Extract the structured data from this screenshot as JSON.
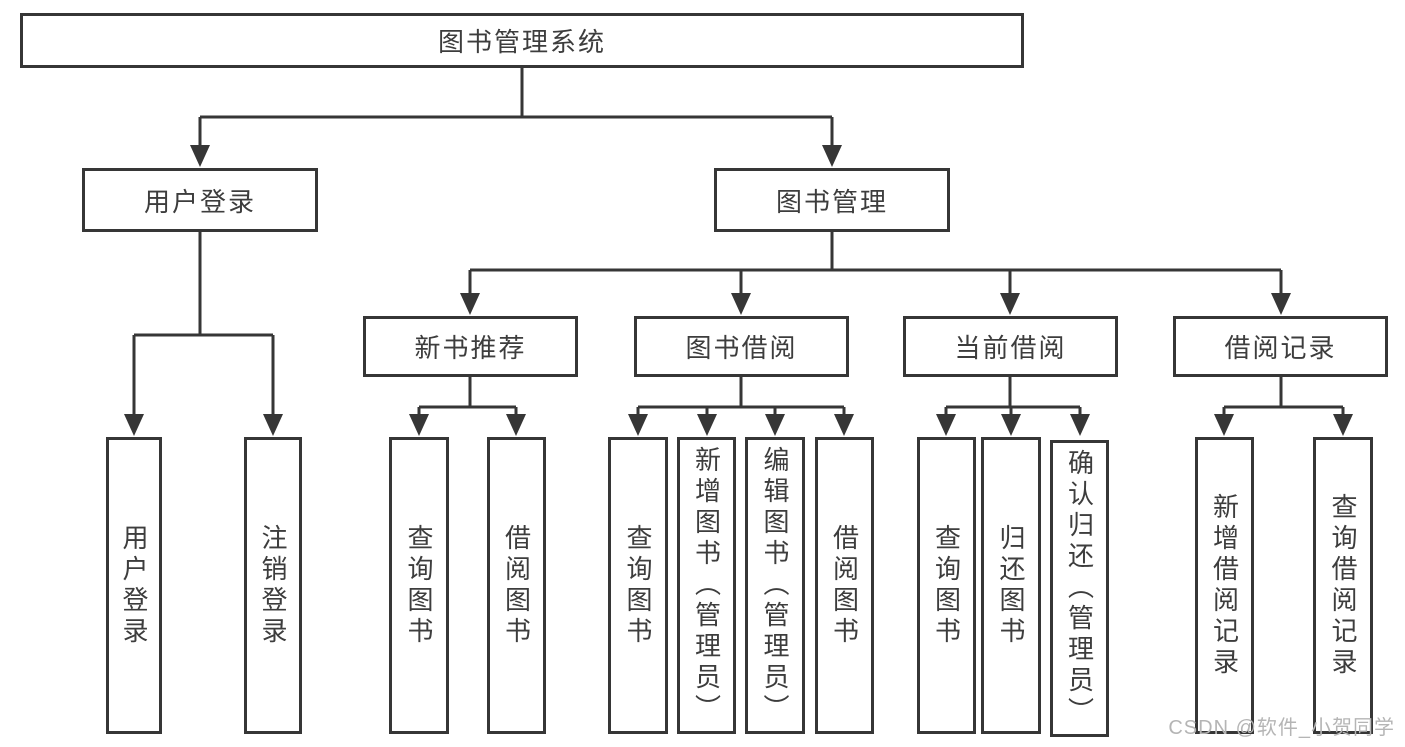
{
  "tree": {
    "root": "图书管理系统",
    "level2": [
      {
        "label": "用户登录",
        "children": [
          "用户登录",
          "注销登录"
        ]
      },
      {
        "label": "图书管理",
        "children": [
          {
            "label": "新书推荐",
            "children": [
              "查询图书",
              "借阅图书"
            ]
          },
          {
            "label": "图书借阅",
            "children": [
              "查询图书",
              "新增图书（管理员）",
              "编辑图书（管理员）",
              "借阅图书"
            ]
          },
          {
            "label": "当前借阅",
            "children": [
              "查询图书",
              "归还图书",
              "确认归还（管理员）"
            ]
          },
          {
            "label": "借阅记录",
            "children": [
              "新增借阅记录",
              "查询借阅记录"
            ]
          }
        ]
      }
    ]
  },
  "watermark": "CSDN @软件_小贺同学",
  "colors": {
    "line": "#363636",
    "text": "#3d3d3d",
    "box_background": "#ffffff",
    "watermark": "#b5b5b5",
    "page_background": "#ffffff"
  }
}
